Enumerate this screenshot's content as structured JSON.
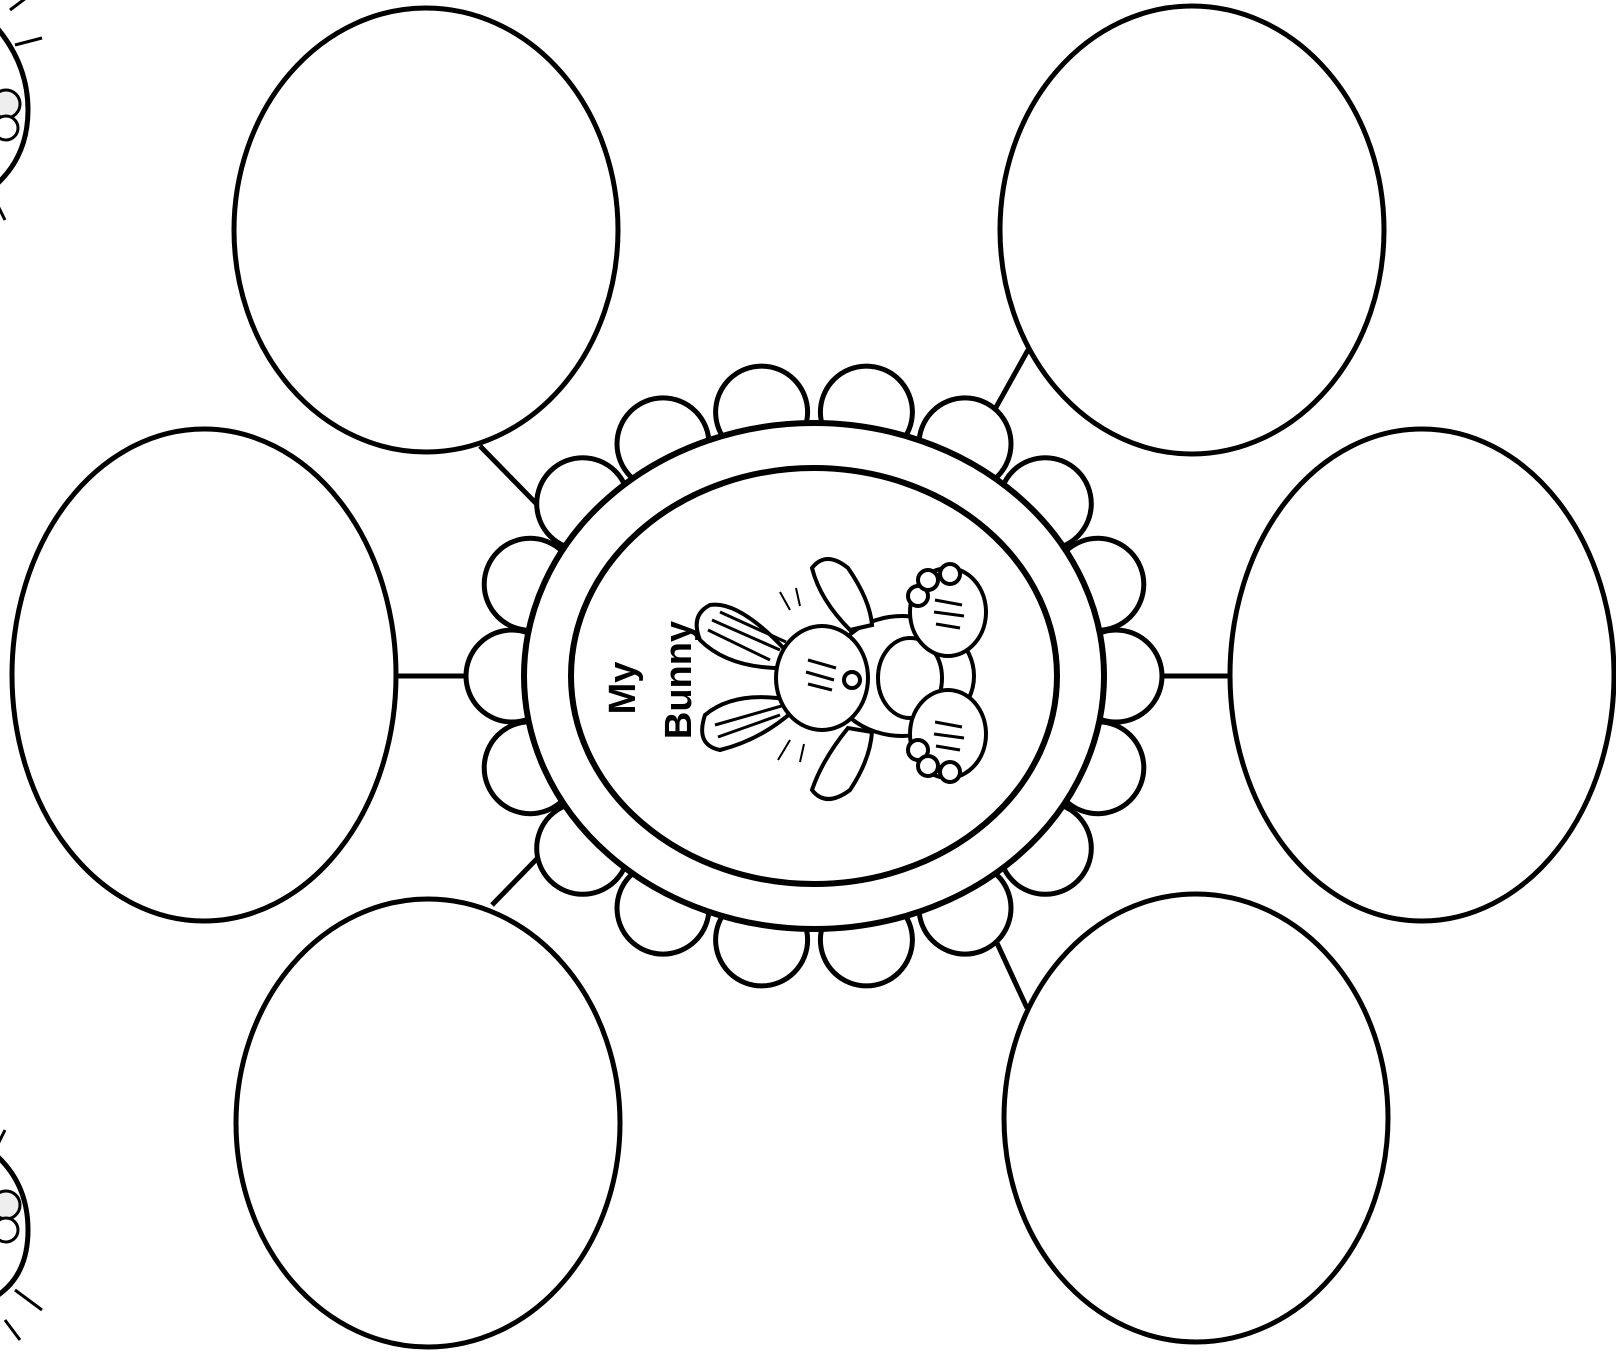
{
  "center": {
    "title_line1": "My",
    "title_line2": "Bunny"
  },
  "bubbles": [
    {
      "id": "top-left",
      "text": ""
    },
    {
      "id": "middle-left",
      "text": ""
    },
    {
      "id": "bottom-left",
      "text": ""
    },
    {
      "id": "top-right",
      "text": ""
    },
    {
      "id": "middle-right",
      "text": ""
    },
    {
      "id": "bottom-right",
      "text": ""
    }
  ],
  "colors": {
    "line": "#000000",
    "background": "#ffffff"
  }
}
